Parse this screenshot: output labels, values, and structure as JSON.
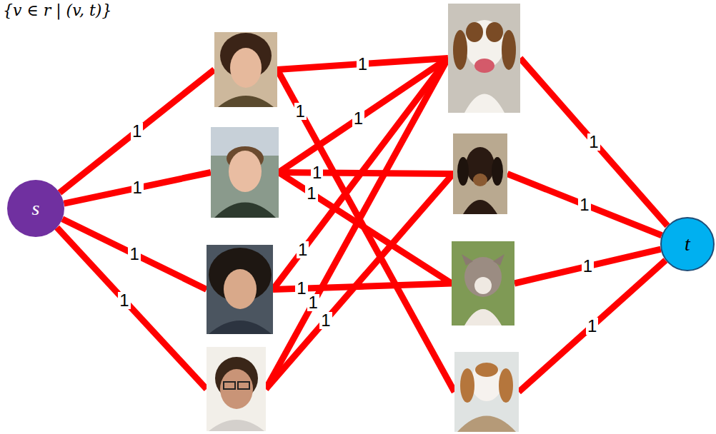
{
  "diagram": {
    "nodes": [
      {
        "text": [
          "s"
        ]
      },
      {
        "text": []
      },
      {
        "text": []
      },
      {
        "text": []
      },
      {
        "text": []
      },
      {
        "text": []
      },
      {
        "text": []
      },
      {
        "text": []
      },
      {
        "text": []
      },
      {
        "text": [
          "t"
        ]
      }
    ],
    "edges": [
      {
        "from": 0,
        "to": 1,
        "arrow": "none",
        "label": "1"
      },
      {
        "from": 0,
        "to": 2,
        "arrow": "none",
        "label": "1"
      },
      {
        "from": 0,
        "to": 3,
        "arrow": "none",
        "label": "1"
      },
      {
        "from": 0,
        "to": 4,
        "arrow": "none",
        "label": "1"
      },
      {
        "from": 1,
        "to": 5,
        "arrow": "none",
        "label": "1"
      },
      {
        "from": 1,
        "to": 8,
        "arrow": "none",
        "label": "1"
      },
      {
        "from": 2,
        "to": 5,
        "arrow": "none",
        "label": "1"
      },
      {
        "from": 2,
        "to": 6,
        "arrow": "none",
        "label": "1"
      },
      {
        "from": 2,
        "to": 7,
        "arrow": "none",
        "label": "1"
      },
      {
        "from": 3,
        "to": 5,
        "arrow": "none",
        "label": "1"
      },
      {
        "from": 3,
        "to": 7,
        "arrow": "none",
        "label": "1"
      },
      {
        "from": 4,
        "to": 5,
        "arrow": "none",
        "label": "1"
      },
      {
        "from": 4,
        "to": 6,
        "arrow": "none",
        "label": "1"
      },
      {
        "from": 5,
        "to": 9,
        "arrow": "none",
        "label": "1"
      },
      {
        "from": 6,
        "to": 9,
        "arrow": "none",
        "label": "1"
      },
      {
        "from": 7,
        "to": 9,
        "arrow": "none",
        "label": "1"
      },
      {
        "from": 8,
        "to": 9,
        "arrow": "none",
        "label": "1"
      }
    ],
    "labels": [
      "{v ∈ r | (v, t)}"
    ]
  }
}
